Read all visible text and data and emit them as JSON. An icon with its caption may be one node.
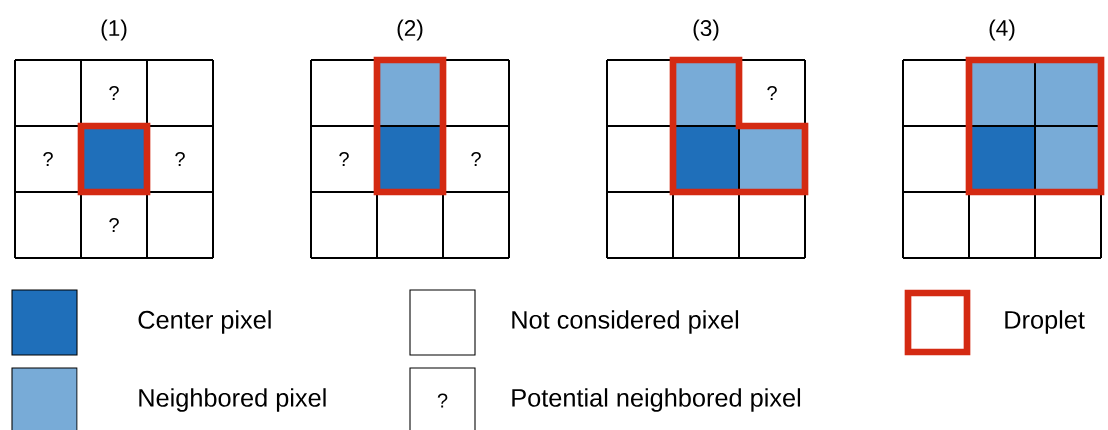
{
  "diagram": {
    "labels": [
      "(1)",
      "?",
      "?",
      "?",
      "?",
      "(2)",
      "?",
      "?",
      "(3)",
      "?",
      "(4)",
      "?"
    ],
    "legend": [
      {
        "text": "Center pixel",
        "color": "#1f6fba"
      },
      {
        "text": "Not considered pixel"
      },
      {
        "text": "Droplet"
      },
      {
        "text": "Neighbored pixel",
        "color": "#78abd7"
      },
      {
        "text": "Potential neighbored pixel"
      }
    ]
  }
}
